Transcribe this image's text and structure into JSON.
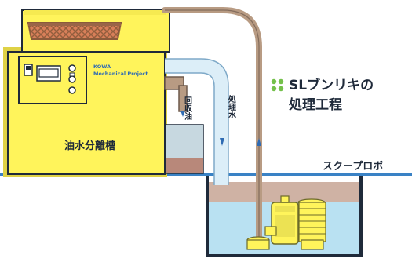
{
  "title": {
    "line1": "SLブンリキの",
    "line2": "処理工程"
  },
  "tank": {
    "brand_line1": "KOWA",
    "brand_line2": "Mechanical Project",
    "name": "油水分離槽"
  },
  "pipes": {
    "return_oil": "回収油",
    "treated_water": "処理水"
  },
  "pit": {
    "name": "スクープロボ"
  },
  "colors": {
    "tank_yellow": "#FFF45B",
    "tank_shadow": "#E7D94D",
    "pipe_brown": "#b89b83",
    "pipe_blue": "#dceef8",
    "water_blue": "#b9e1f2",
    "oil_layer": "#cfb2a4",
    "ground_blue": "#3a82c5",
    "bullet_green": "#74c04a"
  },
  "icons": [
    "bullet-cluster-icon",
    "flow-arrow-icon",
    "control-panel-icon",
    "pump-icon",
    "strainer-basket-icon"
  ]
}
